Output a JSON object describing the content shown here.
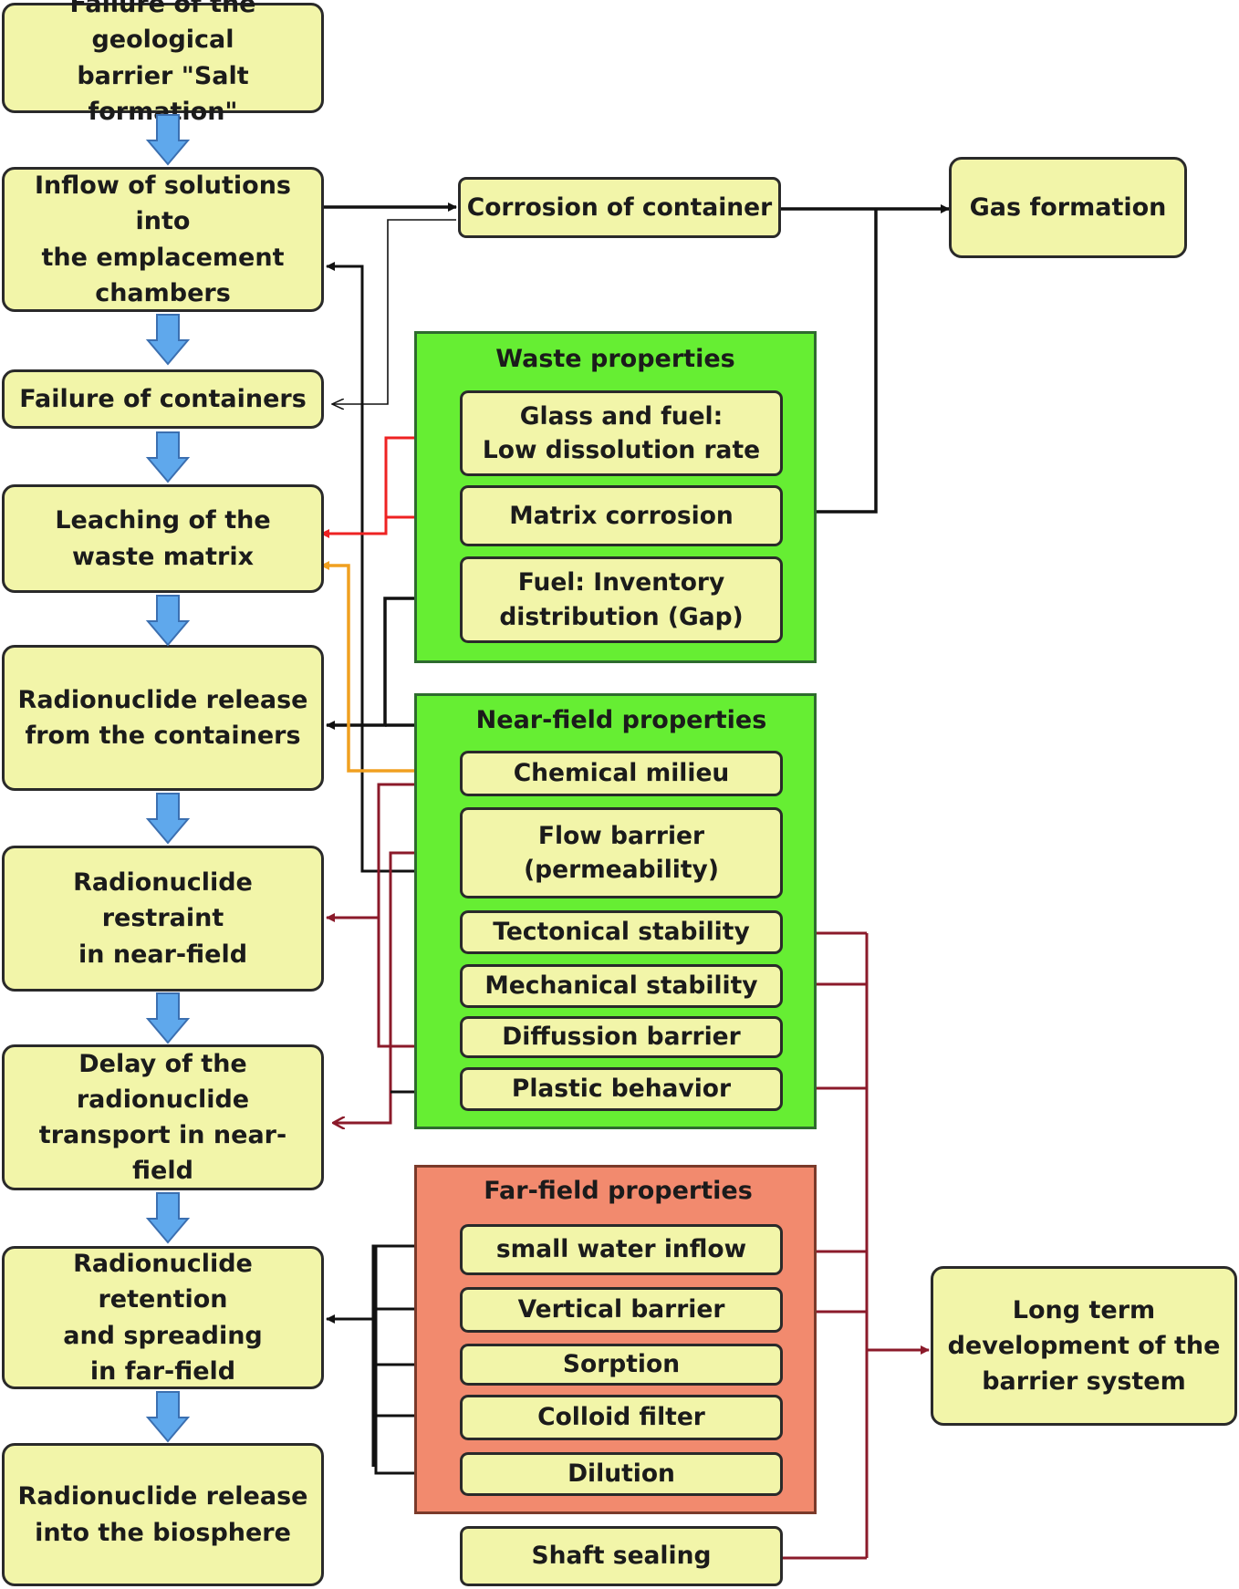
{
  "chain": [
    {
      "id": "failure_geological_barrier",
      "text": "Failure of the geological\nbarrier \"Salt formation\""
    },
    {
      "id": "inflow_solutions",
      "text": "Inflow of solutions into\nthe emplacement\nchambers"
    },
    {
      "id": "failure_containers",
      "text": "Failure of containers"
    },
    {
      "id": "leaching_waste_matrix",
      "text": "Leaching of the\nwaste matrix"
    },
    {
      "id": "release_from_containers",
      "text": "Radionuclide release\nfrom the containers"
    },
    {
      "id": "restraint_near_field",
      "text": "Radionuclide restraint\nin near-field"
    },
    {
      "id": "delay_transport",
      "text": "Delay of the radionuclide\ntransport in near-field"
    },
    {
      "id": "retention_far_field",
      "text": "Radionuclide retention\nand spreading\nin far-field"
    },
    {
      "id": "release_biosphere",
      "text": "Radionuclide release\ninto the biosphere"
    }
  ],
  "corrosion_container": "Corrosion of container",
  "gas_formation": "Gas formation",
  "long_term": "Long  term\ndevelopment of the\nbarrier system",
  "shaft_sealing": "Shaft sealing",
  "waste_properties": {
    "title": "Waste properties",
    "items": [
      "Glass and fuel:\nLow dissolution rate",
      "Matrix corrosion",
      "Fuel:  Inventory\ndistribution (Gap)"
    ]
  },
  "near_field_properties": {
    "title": "Near-field properties",
    "items": [
      "Chemical milieu",
      "Flow barrier\n(permeability)",
      "Tectonical stability",
      "Mechanical stability",
      "Diffussion barrier",
      "Plastic behavior"
    ]
  },
  "far_field_properties": {
    "title": "Far-field properties",
    "items": [
      "small water inflow",
      "Vertical barrier",
      "Sorption",
      "Colloid filter",
      "Dilution"
    ]
  },
  "colors": {
    "box_fill": "#f2f5a9",
    "green_panel": "#66ee33",
    "far_field_panel": "#f28a6e",
    "flow_arrow": "#5fa8ec",
    "red_connector": "#ee2222",
    "orange_connector": "#f0a020",
    "maroon_connector": "#8b1a2a",
    "black_connector": "#111111"
  }
}
